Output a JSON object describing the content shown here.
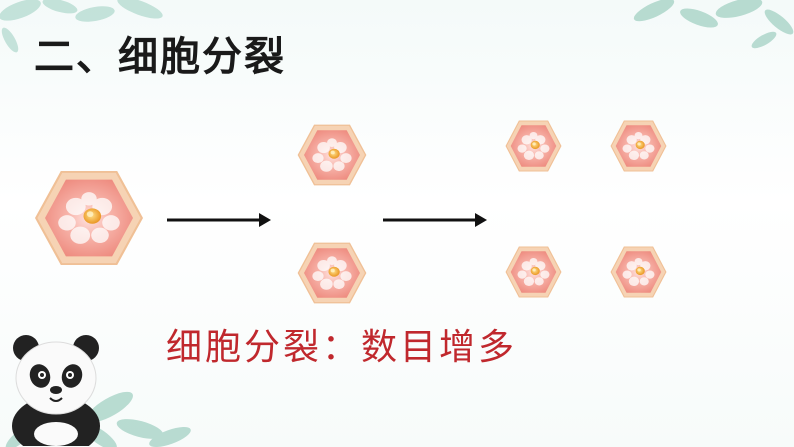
{
  "slide": {
    "title": "二、细胞分裂",
    "caption": "细胞分裂：数目增多"
  },
  "colors": {
    "title": "#1a1a1a",
    "caption": "#c0282d",
    "cell_border": "#f3c79a",
    "cell_fill": "#f29a8f",
    "nucleus": "#f0a020",
    "leaf": "#8fc7b6"
  },
  "icons": [
    "leaf-decoration",
    "panda-mascot",
    "cell-icon",
    "arrow-right-icon"
  ]
}
